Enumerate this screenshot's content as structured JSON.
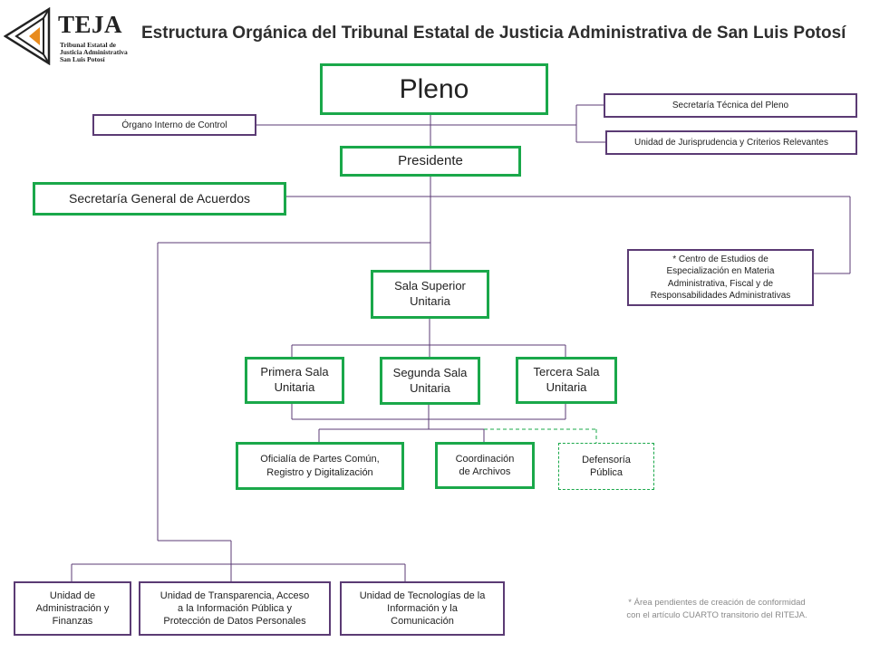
{
  "logo": {
    "acronym": "TEJA",
    "sub": [
      "Tribunal Estatal de",
      "Justicia Administrativa",
      "San Luis Potosí"
    ]
  },
  "title": "Estructura Orgánica del Tribunal Estatal de Justicia Administrativa de San Luis Potosí",
  "colors": {
    "green": "#1aa84a",
    "purple": "#5b3b74",
    "line": "#5b3b74",
    "orange": "#e88b1e"
  },
  "nodes": {
    "pleno": "Pleno",
    "organo_interno": "Órgano Interno de Control",
    "secretaria_tecnica": "Secretaría Técnica del Pleno",
    "jurisprudencia": "Unidad de Jurisprudencia y Criterios Relevantes",
    "presidente": "Presidente",
    "secretaria_general": "Secretaría General de Acuerdos",
    "centro_estudios": [
      "* Centro de Estudios de",
      "Especialización en Materia",
      "Administrativa, Fiscal y de",
      "Responsabilidades Administrativas"
    ],
    "sala_superior": [
      "Sala Superior",
      "Unitaria"
    ],
    "primera_sala": [
      "Primera Sala",
      "Unitaria"
    ],
    "segunda_sala": [
      "Segunda Sala",
      "Unitaria"
    ],
    "tercera_sala": [
      "Tercera Sala",
      "Unitaria"
    ],
    "oficialia": [
      "Oficialía de Partes Común,",
      "Registro y Digitalización"
    ],
    "coordinacion_archivos": [
      "Coordinación",
      "de Archivos"
    ],
    "defensoria": [
      "Defensoría",
      "Pública"
    ],
    "administracion": [
      "Unidad de",
      "Administración y",
      "Finanzas"
    ],
    "transparencia": [
      "Unidad de Transparencia, Acceso",
      "a la Información Pública y",
      "Protección de Datos Personales"
    ],
    "tecnologias": [
      "Unidad de Tecnologías de la",
      "Información y la",
      "Comunicación"
    ]
  },
  "note": [
    "* Área pendientes de creación de conformidad",
    "con el artículo CUARTO transitorio del RITEJA."
  ]
}
